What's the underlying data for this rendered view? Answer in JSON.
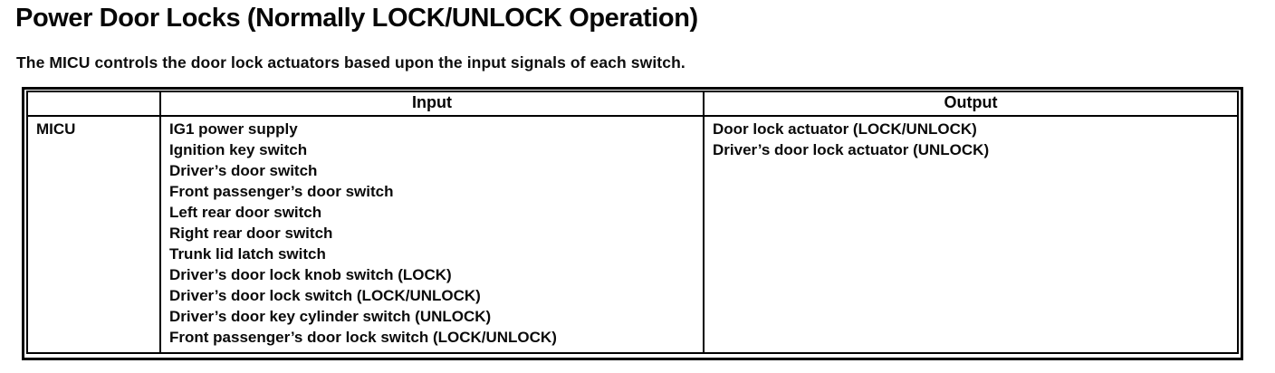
{
  "page": {
    "title": "Power Door Locks (Normally LOCK/UNLOCK Operation)",
    "intro": "The MICU controls the door lock actuators based upon the input signals of each switch."
  },
  "table": {
    "headers": {
      "component": "",
      "input": "Input",
      "output": "Output"
    },
    "row": {
      "component": "MICU",
      "inputs": [
        "IG1 power supply",
        "Ignition key switch",
        "Driver’s door switch",
        "Front passenger’s door switch",
        "Left rear door switch",
        "Right rear door switch",
        "Trunk lid latch switch",
        "Driver’s door lock knob switch (LOCK)",
        "Driver’s door lock switch (LOCK/UNLOCK)",
        "Driver’s door key cylinder switch (UNLOCK)",
        "Front passenger’s door lock switch (LOCK/UNLOCK)"
      ],
      "outputs": [
        "Door lock actuator (LOCK/UNLOCK)",
        "Driver’s door lock actuator (UNLOCK)"
      ]
    }
  }
}
